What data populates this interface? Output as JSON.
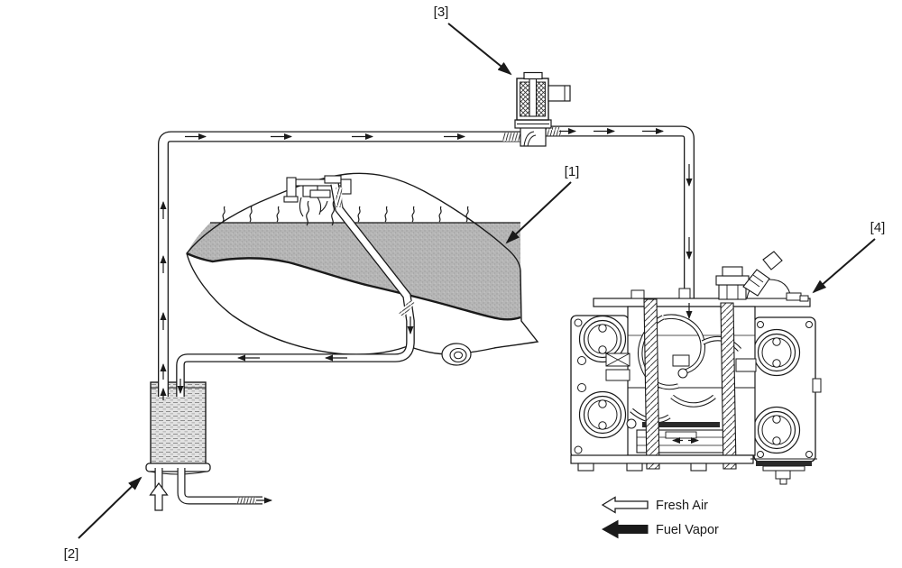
{
  "diagram": {
    "callouts": [
      {
        "id": "fuel-tank",
        "label": "[1]"
      },
      {
        "id": "charcoal-canister",
        "label": "[2]"
      },
      {
        "id": "purge-valve",
        "label": "[3]"
      },
      {
        "id": "engine-assembly",
        "label": "[4]"
      }
    ],
    "legend": {
      "fresh_air": {
        "label": "Fresh Air",
        "icon": "fresh-air-arrow-icon"
      },
      "fuel_vapor": {
        "label": "Fuel Vapor",
        "icon": "fuel-vapor-arrow-icon"
      }
    },
    "colors": {
      "line": "#1a1a1a",
      "fuel_fill": "#b6b6b6",
      "canister_fill": "#e2e2e2",
      "background": "#ffffff"
    }
  }
}
